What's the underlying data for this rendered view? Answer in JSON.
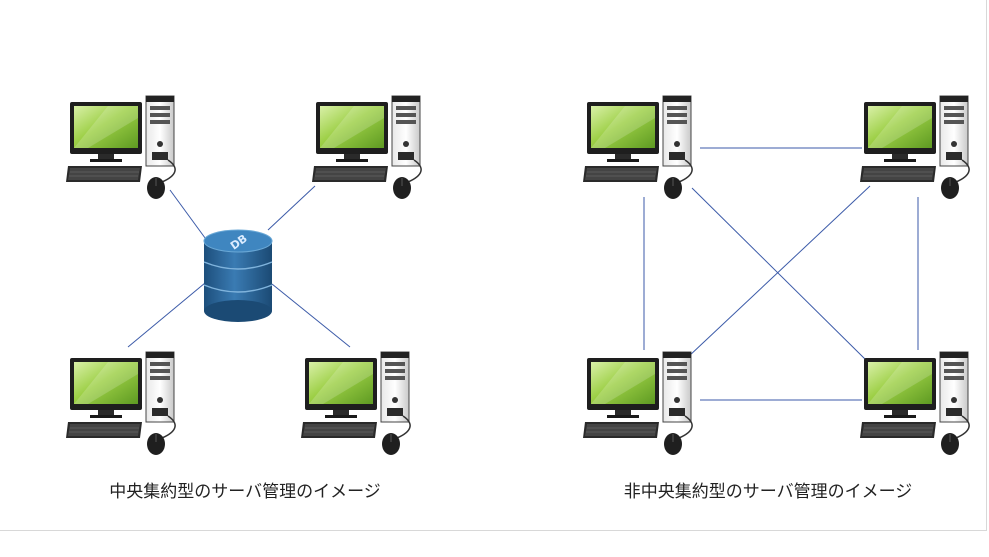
{
  "diagrams": [
    {
      "caption": "中央集約型のサーバ管理のイメージ",
      "hub_label": "DB"
    },
    {
      "caption": "非中央集約型のサーバ管理のイメージ"
    }
  ],
  "colors": {
    "link_line": "#3b5aa8",
    "screen_green": "#8cc63f",
    "db_blue": "#2a6496"
  },
  "icons": [
    "desktop-computer-icon",
    "database-icon"
  ]
}
